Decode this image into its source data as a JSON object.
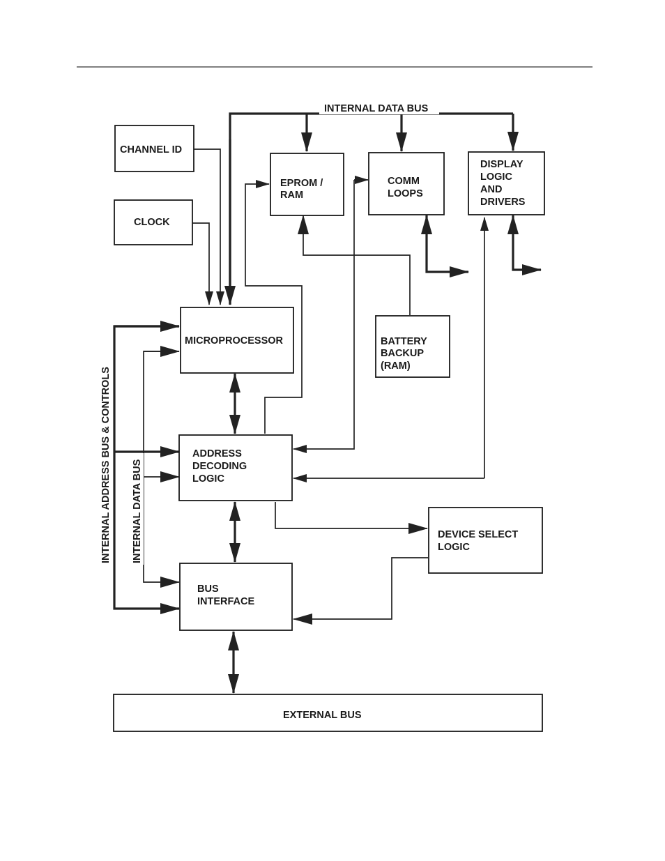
{
  "diagram": {
    "labels": {
      "channel_id": "CHANNEL ID",
      "clock": "CLOCK",
      "eprom_ram": [
        "EPROM /",
        "RAM"
      ],
      "comm_loops": [
        "COMM",
        "LOOPS"
      ],
      "display": [
        "DISPLAY",
        "LOGIC",
        "AND",
        "DRIVERS"
      ],
      "microprocessor": "MICROPROCESSOR",
      "battery": [
        "BATTERY",
        "BACKUP",
        "(RAM)"
      ],
      "address_decoding": [
        "ADDRESS",
        "DECODING",
        "LOGIC"
      ],
      "device_select": [
        "DEVICE SELECT",
        "LOGIC"
      ],
      "bus_interface": [
        "BUS",
        "INTERFACE"
      ],
      "external_bus": "EXTERNAL BUS",
      "internal_data_bus_top": "INTERNAL DATA BUS",
      "internal_address_bus": "INTERNAL ADDRESS BUS & CONTROLS",
      "internal_data_bus_side": "INTERNAL DATA BUS"
    }
  }
}
